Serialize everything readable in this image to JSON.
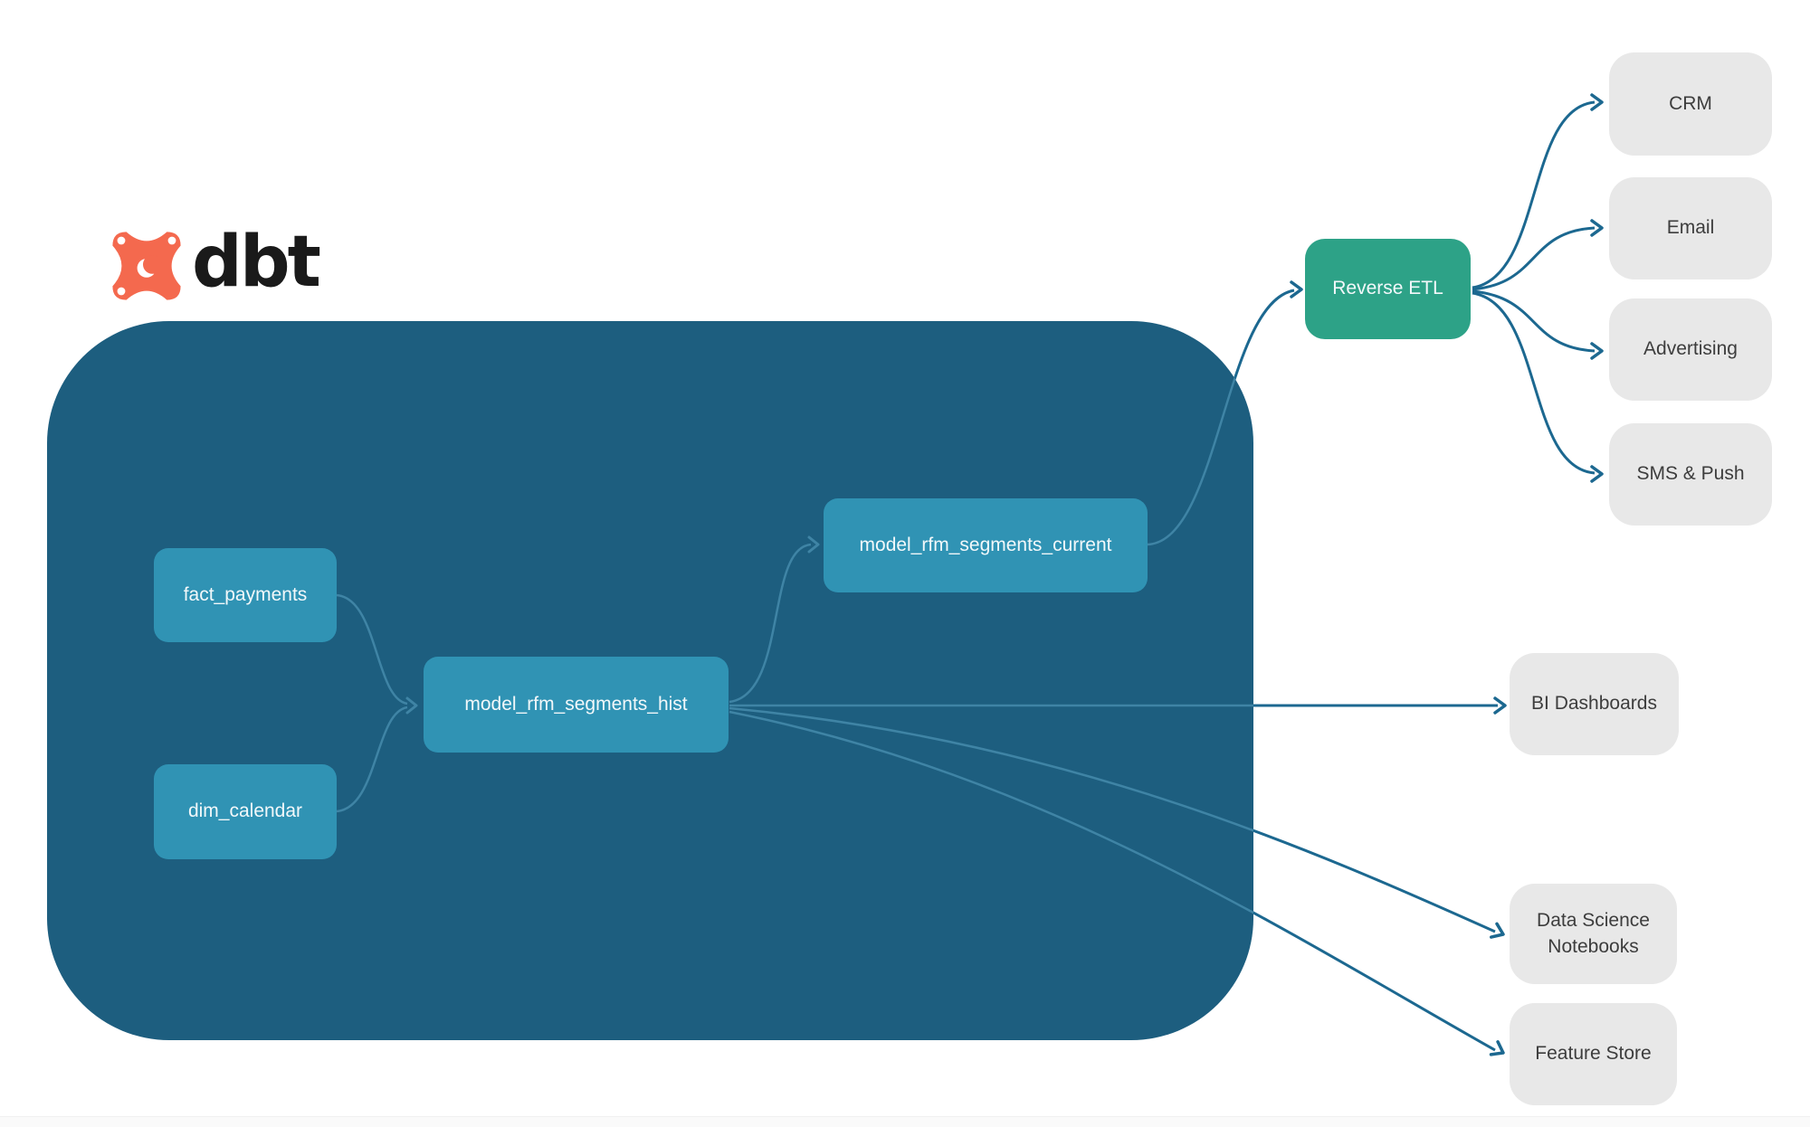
{
  "logo": {
    "brand": "dbt"
  },
  "colors": {
    "container_bg": "#1d5e7f",
    "node_teal": "#3093b4",
    "node_green": "#2da287",
    "node_gray": "#e8e8e8",
    "edge_outside": "#1c6890",
    "edge_inside": "#3f84a5",
    "text_light": "#f2f8fa",
    "text_dark": "#3d3d3d",
    "brand_orange": "#f4694e",
    "brand_text": "#1a1a1a",
    "footer_bg": "#fafafa"
  },
  "diagram": {
    "nodes": {
      "fact_payments": {
        "label": "fact_payments",
        "type": "source-table"
      },
      "dim_calendar": {
        "label": "dim_calendar",
        "type": "source-table"
      },
      "hist": {
        "label": "model_rfm_segments_hist",
        "type": "dbt-model"
      },
      "current": {
        "label": "model_rfm_segments_current",
        "type": "dbt-model"
      },
      "reverse_etl": {
        "label": "Reverse ETL",
        "type": "process"
      },
      "crm": {
        "label": "CRM",
        "type": "destination"
      },
      "email": {
        "label": "Email",
        "type": "destination"
      },
      "advertising": {
        "label": "Advertising",
        "type": "destination"
      },
      "sms_push": {
        "label": "SMS & Push",
        "type": "destination"
      },
      "bi_dashboards": {
        "label": "BI Dashboards",
        "type": "destination"
      },
      "ds_notebooks": {
        "label": "Data Science Notebooks",
        "type": "destination"
      },
      "feature_store": {
        "label": "Feature Store",
        "type": "destination"
      }
    },
    "edges": [
      {
        "from": "fact_payments",
        "to": "hist"
      },
      {
        "from": "dim_calendar",
        "to": "hist"
      },
      {
        "from": "hist",
        "to": "current"
      },
      {
        "from": "current",
        "to": "reverse_etl"
      },
      {
        "from": "reverse_etl",
        "to": "crm"
      },
      {
        "from": "reverse_etl",
        "to": "email"
      },
      {
        "from": "reverse_etl",
        "to": "advertising"
      },
      {
        "from": "reverse_etl",
        "to": "sms_push"
      },
      {
        "from": "hist",
        "to": "bi_dashboards"
      },
      {
        "from": "hist",
        "to": "ds_notebooks"
      },
      {
        "from": "hist",
        "to": "feature_store"
      }
    ]
  }
}
